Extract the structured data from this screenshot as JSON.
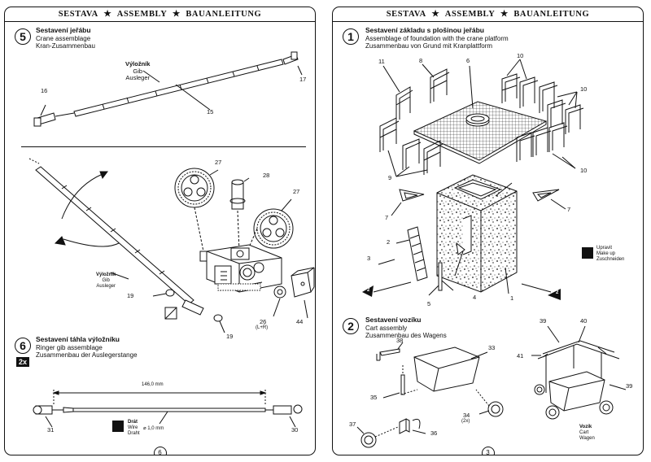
{
  "header": {
    "w1": "SESTAVA",
    "star": "★",
    "w2": "ASSEMBLY",
    "w3": "BAUANLEITUNG"
  },
  "left_page": {
    "page_number": "6",
    "step5": {
      "number": "5",
      "cz": "Sestavení jeřábu",
      "en": "Crane assemblage",
      "de": "Kran-Zusammenbau"
    },
    "gib_label": {
      "cz": "Výložník",
      "en": "Gib",
      "de": "Ausleger"
    },
    "gib_label_small": {
      "cz": "Výložník",
      "en": "Gib",
      "de": "Ausleger"
    },
    "parts": {
      "p16": "16",
      "p15": "15",
      "p17": "17",
      "p27a": "27",
      "p28": "28",
      "p27b": "27",
      "p19a": "19",
      "p19b": "19",
      "p26": "26",
      "p26_note": "(L+R)",
      "p44": "44",
      "p31": "31",
      "p30": "30"
    },
    "step6": {
      "number": "6",
      "cz": "Sestavení táhla výložníku",
      "en": "Ringer gib assemblage",
      "de": "Zusammenbau der Auslegerstange",
      "badge": "2x"
    },
    "dimension": "146,0 mm",
    "wire": {
      "cz": "Drát",
      "en": "Wire",
      "de": "Draht",
      "size": "⌀ 1,0 mm"
    }
  },
  "right_page": {
    "page_number": "3",
    "step1": {
      "number": "1",
      "cz": "Sestavení základu s plošinou jeřábu",
      "en": "Assemblage of foundation with the crane platform",
      "de": "Zusammenbau von Grund mit Kranplattform"
    },
    "parts": {
      "p11": "11",
      "p8": "8",
      "p6": "6",
      "p10a": "10",
      "p10b": "10",
      "p10c": "10",
      "p9": "9",
      "p7a": "7",
      "p7b": "7",
      "p3": "3",
      "p2": "2",
      "p5": "5",
      "p4": "4",
      "p1": "1"
    },
    "markers": {
      "m1": "2",
      "m2": "2"
    },
    "modify_note": {
      "cz": "Upravit",
      "en": "Make up",
      "de": "Zuschneiden"
    },
    "step2": {
      "number": "2",
      "cz": "Sestavení vozíku",
      "en": "Cart assembly",
      "de": "Zusammenbau des Wagens"
    },
    "parts2": {
      "p38": "38",
      "p33": "33",
      "p35": "35",
      "p34": "34",
      "p34_note": "(2x)",
      "p37": "37",
      "p36": "36",
      "p39a": "39",
      "p40": "40",
      "p41": "41",
      "p39b": "39"
    },
    "cart_label": {
      "cz": "Vozík",
      "en": "Cart",
      "de": "Wagen"
    }
  },
  "colors": {
    "ink": "#111111",
    "paper": "#ffffff"
  }
}
